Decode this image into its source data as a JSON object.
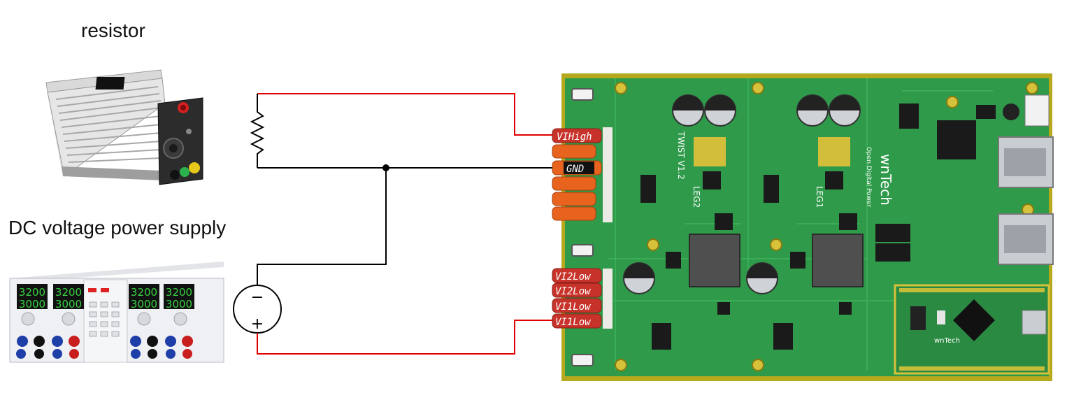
{
  "labels": {
    "resistor": "resistor",
    "power_supply": "DC voltage power supply"
  },
  "terminals": {
    "vihigh": "VIHigh",
    "gnd": "GND",
    "vi2low_a": "VI2Low",
    "vi2low_b": "VI2Low",
    "vi1low_a": "VI1Low",
    "vi1low_b": "VI1Low"
  },
  "board": {
    "brand": "wnTech",
    "tagline": "Open Digital Power",
    "version": "TWIST V1.2",
    "leg1": "LEG1",
    "leg2": "LEG2",
    "module_brand": "wnTech"
  },
  "power_supply": {
    "display_value_a": "3200",
    "display_value_b": "3000"
  },
  "source_symbol": {
    "minus": "−",
    "plus": "+"
  },
  "colors": {
    "positive_wire": "#e00000",
    "ground_wire": "#000000",
    "pcb_green": "#2e9a4a",
    "terminal_orange": "#e8641e",
    "terminal_red": "#c7332a",
    "gnd_label_bg": "#111111"
  }
}
